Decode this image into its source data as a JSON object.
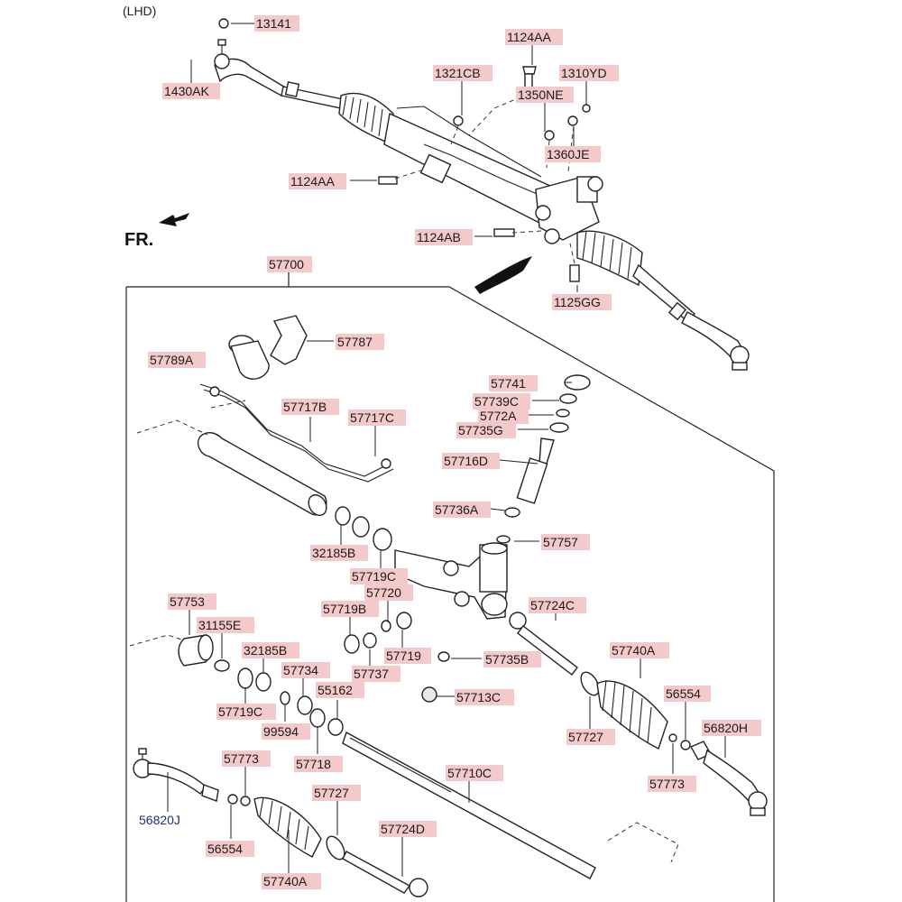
{
  "header": {
    "variant": "(LHD)",
    "direction": "FR."
  },
  "labels": {
    "p13141": "13141",
    "p1430AK": "1430AK",
    "p1124AA_top": "1124AA",
    "p1321CB": "1321CB",
    "p1310YD": "1310YD",
    "p1350NE": "1350NE",
    "p1360JE": "1360JE",
    "p1124AA_left": "1124AA",
    "p1124AB": "1124AB",
    "p1125GG": "1125GG",
    "p57700": "57700",
    "p57787": "57787",
    "p57789A": "57789A",
    "p57717B": "57717B",
    "p57717C": "57717C",
    "p57741": "57741",
    "p57739C": "57739C",
    "p5772A": "5772A",
    "p57735G": "57735G",
    "p57716D": "57716D",
    "p57736A": "57736A",
    "p57757": "57757",
    "p32185B_a": "32185B",
    "p57719C_a": "57719C",
    "p57720": "57720",
    "p57719B": "57719B",
    "p57724C": "57724C",
    "p57753": "57753",
    "p31155E": "31155E",
    "p32185B_b": "32185B",
    "p57737": "57737",
    "p57719": "57719",
    "p57735B": "57735B",
    "p57740A_r": "57740A",
    "p57719C_b": "57719C",
    "p57734": "57734",
    "p55162": "55162",
    "p57713C": "57713C",
    "p99594": "99594",
    "p57718": "57718",
    "p57727_r": "57727",
    "p56554_r": "56554",
    "p56820H": "56820H",
    "p57773_r": "57773",
    "p57773_l": "57773",
    "p57710C": "57710C",
    "p57727_l": "57727",
    "p56820J": "56820J",
    "p56554_l": "56554",
    "p57724D": "57724D",
    "p57740A_l": "57740A"
  },
  "colors": {
    "label_bg": "#f4c9c9",
    "label_text": "#1a1a1a",
    "label_text_blue": "#1f2f7a",
    "line": "#222222"
  }
}
